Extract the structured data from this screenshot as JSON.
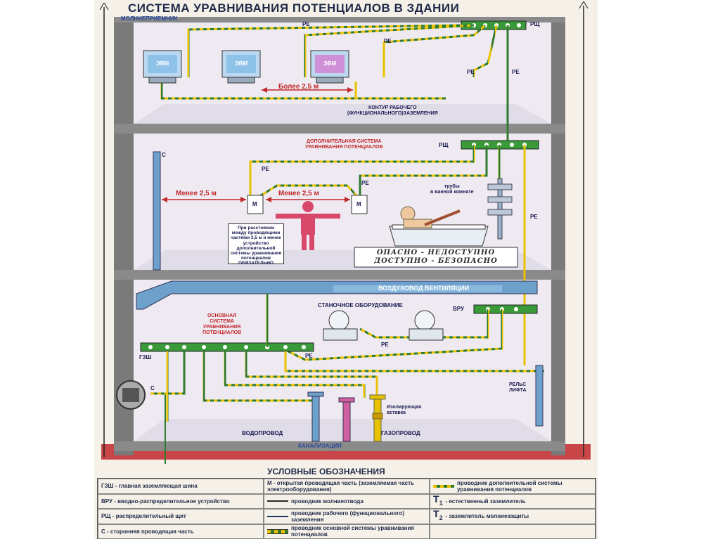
{
  "title": "СИСТЕМА УРАВНИВАНИЯ ПОТЕНЦИАЛОВ В ЗДАНИИ",
  "top_floor": {
    "lightning_rod": "МОЛНИЕПРИЕМНИК",
    "computer_label": "ЭВМ",
    "pe": "РЕ",
    "panel": "РЩ",
    "distance": "Более 2,5 м",
    "contour": "КОНТУР РАБОЧЕГО\n(ФУНКЦИОНАЛЬНОГО)ЗАЗЕМЛЕНИЯ"
  },
  "middle_floor": {
    "extra_system": "ДОПОЛНИТЕЛЬНАЯ СИСТЕМА\nУРАВНИВАНИЯ ПОТЕНЦИАЛОВ",
    "panel": "РЩ",
    "pe": "РЕ",
    "c": "С",
    "distance_left": "Менее 2,5 м",
    "distance_right": "Менее 2,5 м",
    "m": "М",
    "pipes": "трубы\nв ванной комнате",
    "note": "При расстоянии между проводящими частями 2,5 м и менее устройство дополнительной системы уравнивания потенциалов ОБЯЗАТЕЛЬНО",
    "bath_line1": "ОПАСНО - НЕДОСТУПНО",
    "bath_line2": "ДОСТУПНО - БЕЗОПАСНО"
  },
  "ground_floor": {
    "duct": "ВОЗДУХОВОД ВЕНТИЛЯЦИИ",
    "machines": "СТАНОЧНОЕ ОБОРУДОВАНИЕ",
    "vru": "ВРУ",
    "main_system": "ОСНОВНАЯ\nСИСТЕМА\nУРАВНИВАНИЯ\nПОТЕНЦИАЛОВ",
    "gzsh": "ГЗШ",
    "pe": "РЕ",
    "c": "С",
    "lift": "РЕЛЬС\nЛИФТА",
    "insert": "Изолирующая\nвставка",
    "water": "ВОДОПРОВОД",
    "gas": "ГАЗОПРОВОД",
    "sewer": "КАНАЛИЗАЦИЯ",
    "t2": "T",
    "t1": "T",
    "sub2": "2",
    "sub1": "1"
  },
  "legend": {
    "heading": "УСЛОВНЫЕ ОБОЗНАЧЕНИЯ",
    "col1": [
      "ГЗШ - главная заземляющая шина",
      "ВРУ - вводно-распределительное устройство",
      "РЩ - распределительный щит",
      "С - сторонняя проводящая часть"
    ],
    "col2": [
      "М - открытая проводящая часть (заземляемая часть электрооборудования)",
      "проводник молниеотвода",
      "проводник рабочего (функционального) заземления",
      "проводник основной системы уравнивания потенциалов"
    ],
    "col3": [
      "проводник дополнительной системы уравнивания потенциалов",
      "- естественный заземлитель",
      "- заземлитель молниезащиты"
    ]
  },
  "colors": {
    "wall": "#7a7a7a",
    "floor": "#e8e6f0",
    "pe_yellow": "#e8c200",
    "pe_green": "#2f7a2f",
    "ground": "#c0282a",
    "duct": "#6ea0cc"
  }
}
